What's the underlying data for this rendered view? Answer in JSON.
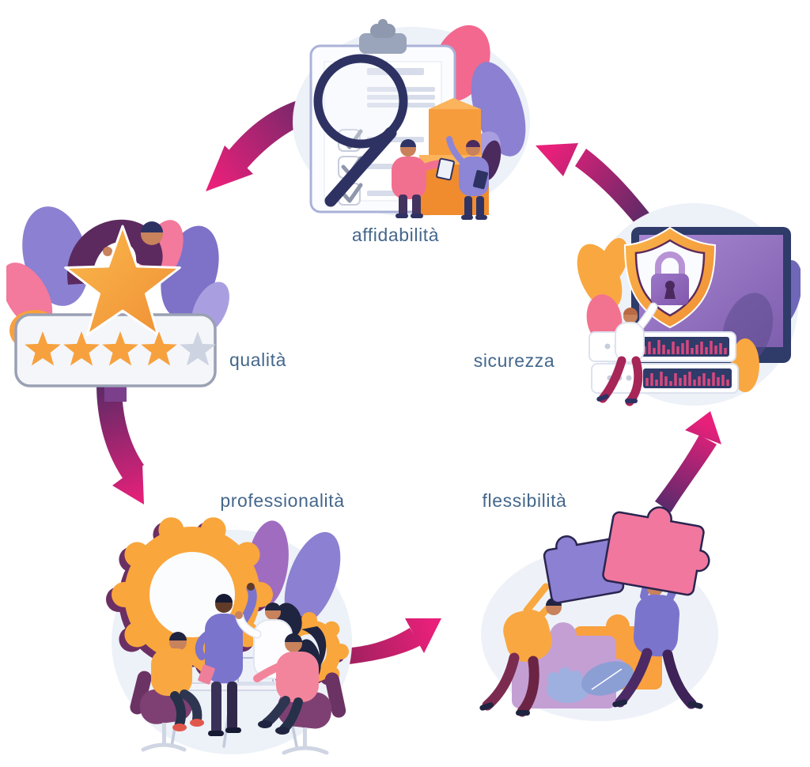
{
  "diagram": {
    "type": "cycle-infographic",
    "nodes": [
      {
        "id": "affidabilita",
        "label": "affidabilità",
        "illustration": "clipboard-checklist-magnifier-boxes-scene",
        "position": "top-center"
      },
      {
        "id": "qualita",
        "label": "qualità",
        "illustration": "star-rating-scene",
        "position": "middle-left",
        "rating": {
          "filled_stars": 4,
          "total_stars": 5
        }
      },
      {
        "id": "sicurezza",
        "label": "sicurezza",
        "illustration": "shield-padlock-monitor-servers-scene",
        "position": "middle-right"
      },
      {
        "id": "professionalita",
        "label": "professionalità",
        "illustration": "team-meeting-gears-scene",
        "position": "bottom-left"
      },
      {
        "id": "flessibilita",
        "label": "flessibilità",
        "illustration": "people-holding-puzzle-pieces-scene",
        "position": "bottom-right"
      }
    ],
    "arrows": [
      {
        "from": "affidabilita",
        "to": "qualita"
      },
      {
        "from": "qualita",
        "to": "professionalita"
      },
      {
        "from": "professionalita",
        "to": "flessibilita"
      },
      {
        "from": "flessibilita",
        "to": "sicurezza"
      },
      {
        "from": "sicurezza",
        "to": "affidabilita"
      }
    ],
    "colors": {
      "label_text": "#44678c",
      "arrow_gradient_start": "#5c2a66",
      "arrow_gradient_end": "#e9207a",
      "accent_orange": "#f9a03f",
      "accent_purple": "#8b80d1",
      "accent_pink": "#f2709b",
      "accent_navy": "#2e3263",
      "accent_plum": "#7e4073",
      "scene_background": "#edf1f8",
      "star_filled": "#f7a13e",
      "star_empty": "#cdd3e0"
    }
  }
}
